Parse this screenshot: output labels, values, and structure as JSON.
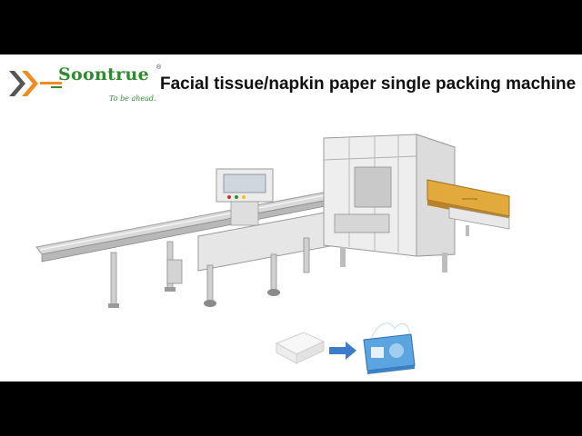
{
  "header": {
    "brand": "Soontrue",
    "registered_mark": "®",
    "slogan": "To be ahead.",
    "title": "Facial tissue/napkin paper single packing machine"
  },
  "colors": {
    "brand_green": "#2e8b2e",
    "logo_orange": "#f08c1e",
    "logo_gray": "#555555",
    "machine_gold": "#e2a93c",
    "arrow_blue": "#3d7cc9"
  }
}
